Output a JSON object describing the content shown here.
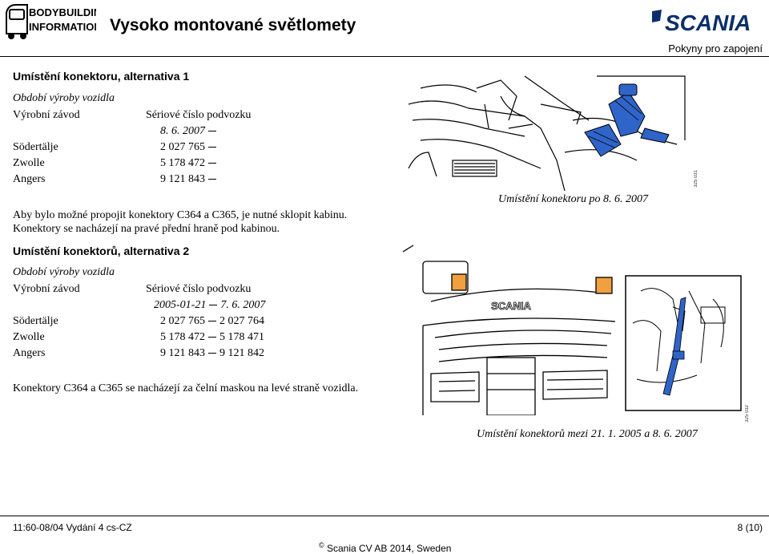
{
  "header": {
    "logo_lines": [
      "BODYBUILDING",
      "INFORMATION"
    ],
    "title": "Vysoko montované světlomety",
    "brand": "SCANIA",
    "subtitle": "Pokyny pro zapojení"
  },
  "section1": {
    "heading": "Umístění konektoru, alternativa 1",
    "period_label": "Období výroby vozidla",
    "col_factory": "Výrobní závod",
    "col_chassis": "Sériové číslo podvozku",
    "date": "8. 6. 2007",
    "rows": [
      {
        "plant": "Södertälje",
        "value": "2 027 765"
      },
      {
        "plant": "Zwolle",
        "value": "5 178 472"
      },
      {
        "plant": "Angers",
        "value": "9 121 843"
      }
    ],
    "note_line1": "Aby bylo možné propojit konektory C364 a C365, je nutné sklopit kabinu.",
    "note_line2": "Konektory se nacházejí na pravé přední hraně pod kabinou.",
    "figure_caption": "Umístění konektoru po 8. 6. 2007",
    "figure_id": "325 031"
  },
  "section2": {
    "heading": "Umístění konektorů, alternativa 2",
    "period_label": "Období výroby vozidla",
    "col_factory": "Výrobní závod",
    "col_chassis": "Sériové číslo podvozku",
    "date_from": "2005-01-21",
    "date_to": "7. 6. 2007",
    "rows": [
      {
        "plant": "Södertälje",
        "from": "2 027 765",
        "to": "2 027 764"
      },
      {
        "plant": "Zwolle",
        "from": "5 178 472",
        "to": "5 178 471"
      },
      {
        "plant": "Angers",
        "from": "9 121 843",
        "to": "9 121 842"
      }
    ],
    "note": "Konektory C364 a C365 se nacházejí za čelní maskou na levé straně vozidla.",
    "figure_caption": "Umístění konektorů mezi 21. 1. 2005 a 8. 6. 2007",
    "figure_id": "325 032",
    "grille_brand": "SCANIA"
  },
  "footer": {
    "doc_ref": "11:60-08/04 Vydání 4 cs-CZ",
    "page": "8 (10)",
    "copyright_symbol": "©",
    "copyright": "Scania CV AB 2014, Sweden"
  },
  "colors": {
    "connector_blue": "#2f64c8",
    "lamp_orange": "#f0a040"
  }
}
